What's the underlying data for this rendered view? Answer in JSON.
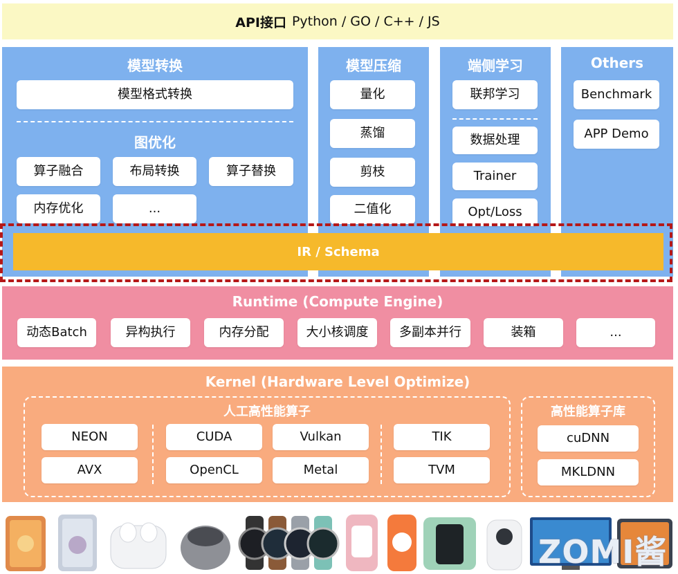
{
  "api": {
    "bold": "API接口",
    "text": "Python / GO / C++ / JS"
  },
  "convert": {
    "title": "模型转换",
    "item": "模型格式转换",
    "graph_title": "图优化",
    "graph_items": [
      "算子融合",
      "布局转换",
      "算子替换",
      "内存优化",
      "..."
    ]
  },
  "compress": {
    "title": "模型压缩",
    "items": [
      "量化",
      "蒸馏",
      "剪枝",
      "二值化"
    ]
  },
  "edge": {
    "title": "端侧学习",
    "items": [
      "联邦学习",
      "数据处理",
      "Trainer",
      "Opt/Loss"
    ]
  },
  "others": {
    "title": "Others",
    "items": [
      "Benchmark",
      "APP Demo"
    ]
  },
  "ir": "IR / Schema",
  "runtime": {
    "title": "Runtime (Compute Engine)",
    "items": [
      "动态Batch",
      "异构执行",
      "内存分配",
      "大小核调度",
      "多副本并行",
      "装箱",
      "..."
    ]
  },
  "kernel": {
    "title": "Kernel (Hardware Level Optimize)",
    "ops_title": "人工高性能算子",
    "ops": [
      "NEON",
      "AVX",
      "CUDA",
      "OpenCL",
      "Vulkan",
      "Metal",
      "TIK",
      "TVM"
    ],
    "lib_title": "高性能算子库",
    "libs": [
      "cuDNN",
      "MKLDNN"
    ]
  },
  "logo": "ZOMI酱",
  "colors": {
    "api_bg": "#fbf8c4",
    "blue": "#7eb1ee",
    "ir": "#f6b92b",
    "runtime": "#f08ea2",
    "kernel": "#f9ab7e",
    "highlight": "#b51818"
  }
}
